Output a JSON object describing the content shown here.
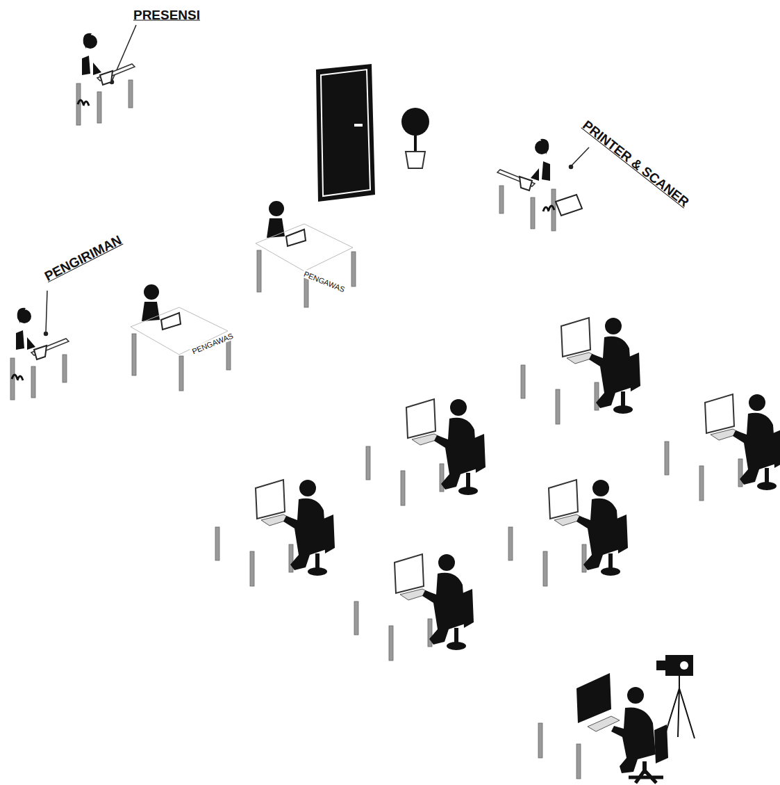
{
  "diagram": {
    "labels": [
      "PRESENSI",
      "PRINTER & SCANER",
      "PENGIRIMAN",
      "PENGAWAS",
      "PENGAWAS"
    ]
  }
}
